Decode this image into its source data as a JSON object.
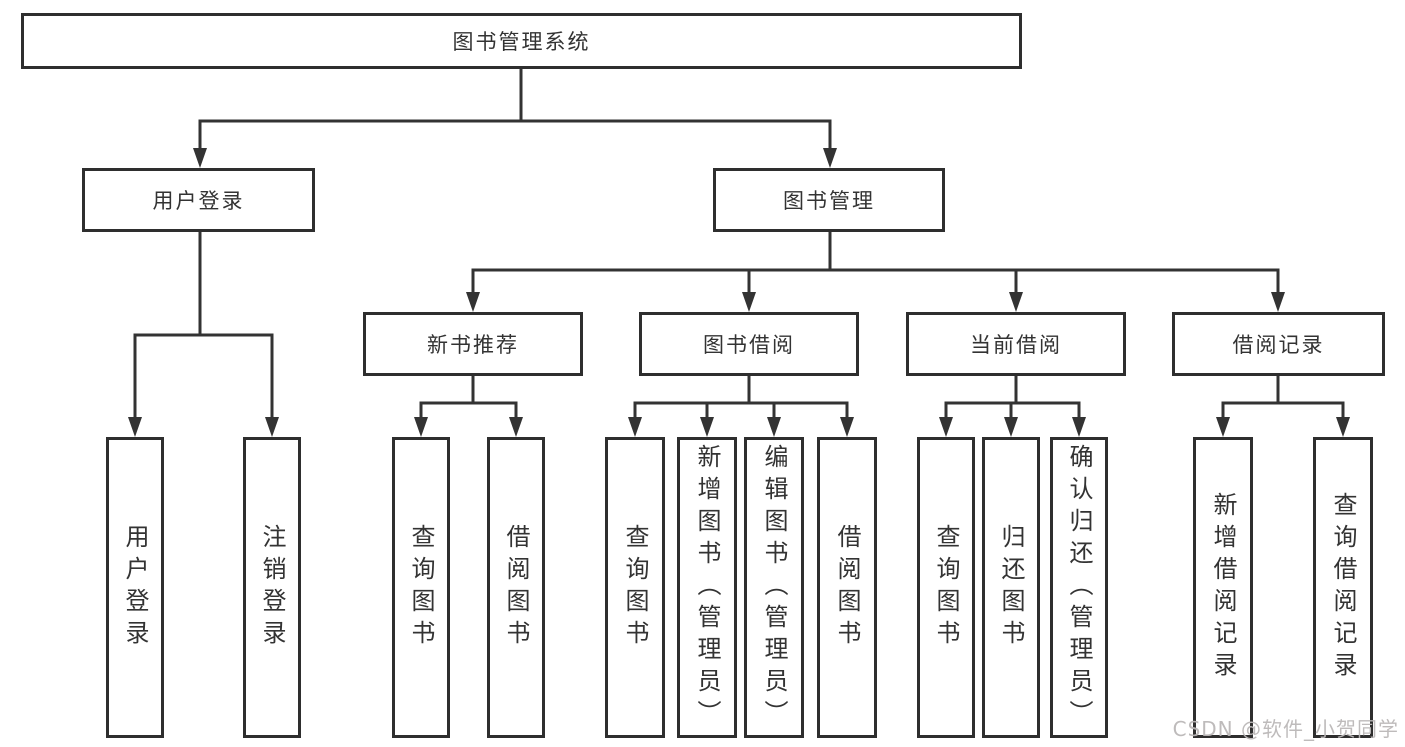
{
  "nodes": {
    "root": "图书管理系统",
    "user_login": "用户登录",
    "book_management": "图书管理",
    "new_book_recommend": "新书推荐",
    "book_borrow": "图书借阅",
    "current_borrow": "当前借阅",
    "borrow_record": "借阅记录",
    "leaf_user_login": "用户登录",
    "leaf_logout": "注销登录",
    "leaf_rec_query_book": "查询图书",
    "leaf_rec_borrow_book": "借阅图书",
    "leaf_bb_query_book": "查询图书",
    "leaf_bb_add_book": "新增图书（管理员）",
    "leaf_bb_edit_book": "编辑图书（管理员）",
    "leaf_bb_borrow_book": "借阅图书",
    "leaf_cb_query_book": "查询图书",
    "leaf_cb_return_book": "归还图书",
    "leaf_cb_confirm_return": "确认归还（管理员）",
    "leaf_br_add_record": "新增借阅记录",
    "leaf_br_query_record": "查询借阅记录"
  },
  "watermark": "CSDN @软件_小贺同学",
  "colors": {
    "line": "#333333",
    "border": "#2e2e2e",
    "text": "#333333",
    "watermark_text": "#bbb7b7",
    "background": "#ffffff"
  }
}
